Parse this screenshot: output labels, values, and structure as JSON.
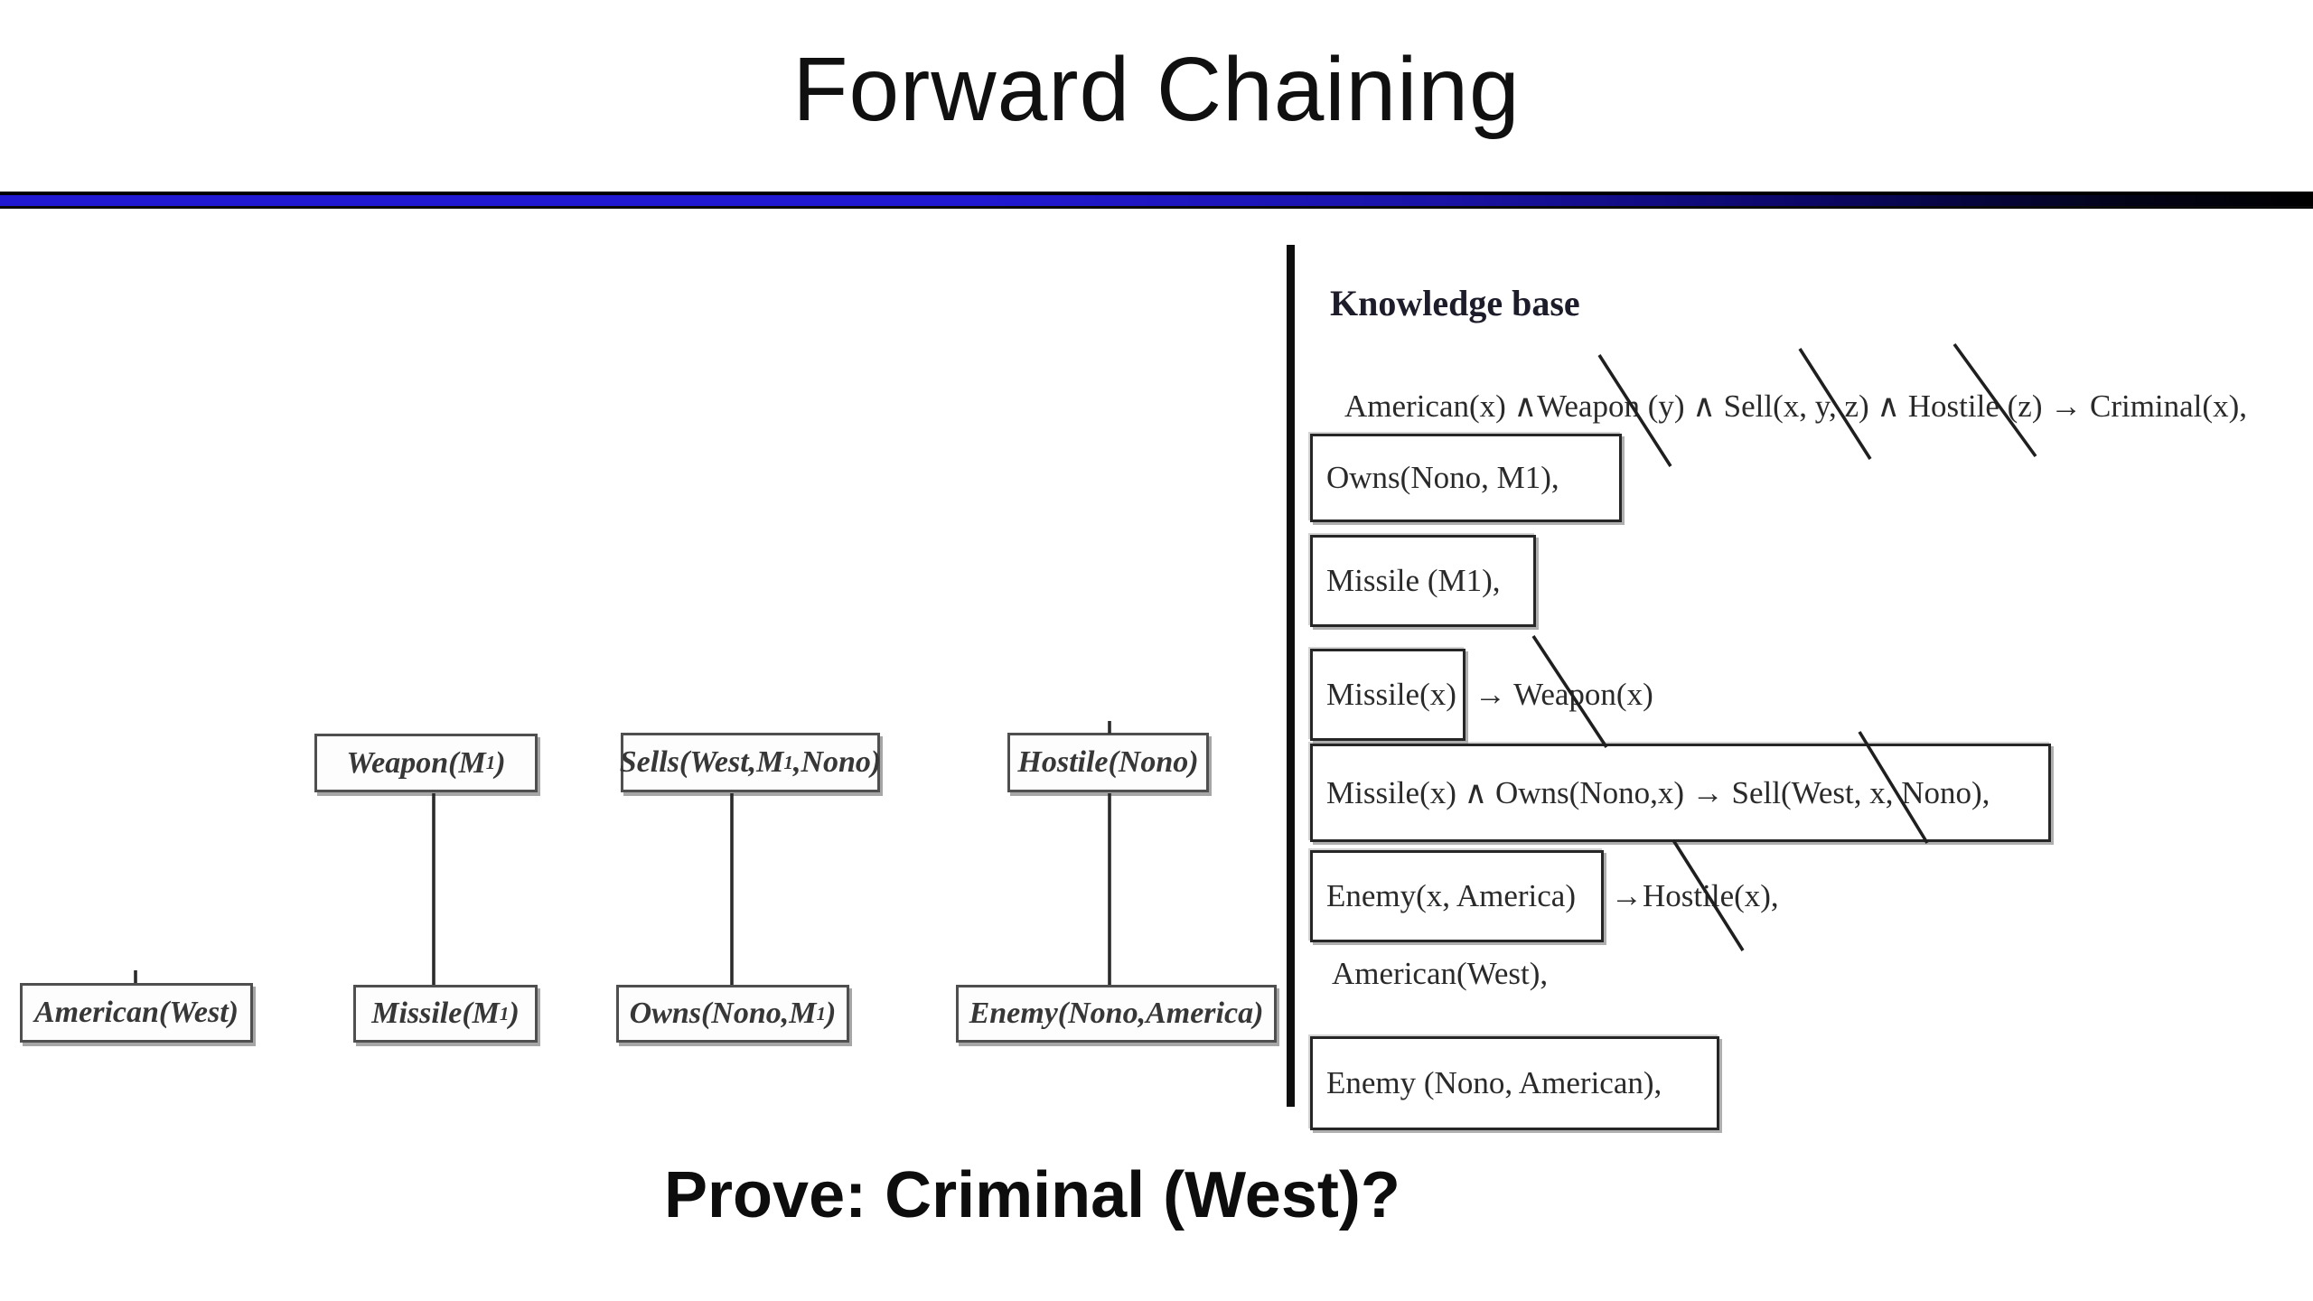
{
  "slide": {
    "title": "Forward Chaining",
    "prove_text": "Prove: Criminal (West)?"
  },
  "kb": {
    "heading": "Knowledge base",
    "rule_criminal": "American(x) ∧Weapon (y) ∧ Sell(x, y, z) ∧ Hostile (z) → Criminal(x),",
    "fact_owns": "Owns(Nono, M1),",
    "fact_missile": "Missile (M1),",
    "rule_weapon_lhs": "Missile(x)",
    "rule_weapon_rhs": "→ Weapon(x)",
    "rule_sell": "Missile(x) ∧ Owns(Nono,x) → Sell(West, x, Nono),",
    "rule_hostile_lhs": "Enemy(x, America)",
    "rule_hostile_rhs": "→Hostile(x),",
    "fact_american": "American(West),",
    "fact_enemy": "Enemy (Nono, American),"
  },
  "diagram": {
    "nodes": [
      {
        "pre": "Weapon(M",
        "sub": "1",
        "post": ")"
      },
      {
        "pre": "Sells(West,M",
        "sub": "1",
        "post": ",Nono)"
      },
      {
        "pre": "Hostile(Nono)",
        "sub": "",
        "post": ""
      },
      {
        "pre": "American(West)",
        "sub": "",
        "post": ""
      },
      {
        "pre": "Missile(M",
        "sub": "1",
        "post": ")"
      },
      {
        "pre": "Owns(Nono,M",
        "sub": "1",
        "post": ")"
      },
      {
        "pre": "Enemy(Nono,America)",
        "sub": "",
        "post": ""
      }
    ]
  },
  "colors": {
    "divider_blue": "#2119d2",
    "divider_black": "#000000",
    "separator_black": "#0e0e0e",
    "text_black": "#2a2a2a"
  }
}
